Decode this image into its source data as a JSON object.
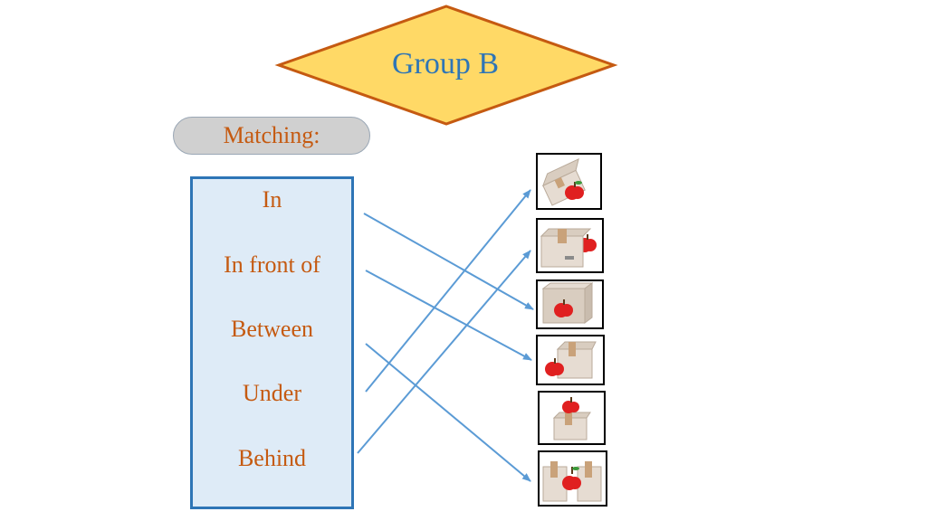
{
  "title": "Group B",
  "matching_label": "Matching:",
  "words": [
    "In",
    "In front of",
    "Between",
    "Under",
    "Behind"
  ],
  "pictures": [
    {
      "icon": "apple-on-open-box-icon"
    },
    {
      "icon": "apple-behind-box-icon"
    },
    {
      "icon": "apple-in-box-icon"
    },
    {
      "icon": "apple-in-front-of-box-icon"
    },
    {
      "icon": "apple-on-box-icon"
    },
    {
      "icon": "apple-between-boxes-icon"
    }
  ],
  "matches": [
    {
      "word": "In",
      "picture": 3
    },
    {
      "word": "In front of",
      "picture": 4
    },
    {
      "word": "Between",
      "picture": 6
    },
    {
      "word": "Under",
      "picture": 1
    },
    {
      "word": "Behind",
      "picture": 2
    }
  ],
  "colors": {
    "diamond_fill": "#ffd966",
    "diamond_border": "#c55a11",
    "title": "#2e75b6",
    "word_text": "#c55a11",
    "box_fill": "#deebf7",
    "box_border": "#2e75b6",
    "arrow": "#5b9bd5",
    "apple": "#e02020",
    "carton": "#e6dcd2"
  }
}
